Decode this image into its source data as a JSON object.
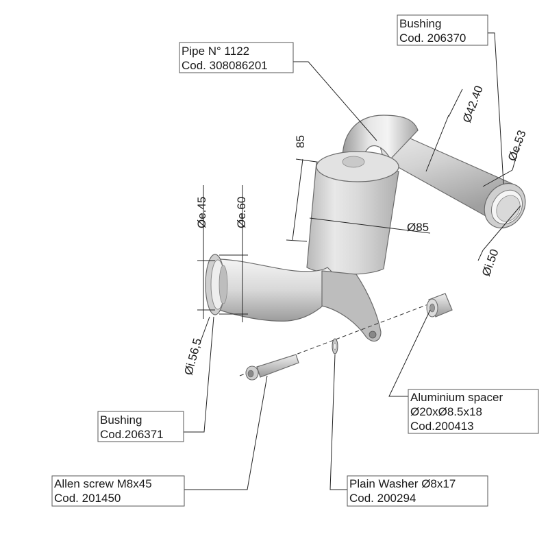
{
  "callouts": {
    "bushing_top": {
      "line1": "Bushing",
      "line2": "Cod. 206370"
    },
    "pipe": {
      "line1": "Pipe N° 1122",
      "line2": "Cod. 308086201"
    },
    "bushing_left": {
      "line1": "Bushing",
      "line2": "Cod.206371"
    },
    "spacer": {
      "line1": "Aluminium spacer",
      "line2": "Ø20xØ8.5x18",
      "line3": "Cod.200413"
    },
    "washer": {
      "line1": "Plain Washer Ø8x17",
      "line2": "Cod. 200294"
    },
    "screw": {
      "line1": "Allen screw M8x45",
      "line2": "Cod. 201450"
    }
  },
  "dimensions": {
    "d_42_40": "Ø42.40",
    "d_e53": "Øe.53",
    "d_i50": "Øi.50",
    "h_85": "85",
    "d_85": "Ø85",
    "d_e45": "Øe.45",
    "d_e60": "Øe.60",
    "d_i56_5": "Øi.56,5"
  },
  "colors": {
    "part_light": "#ececec",
    "part_mid": "#c4c4c4",
    "part_dark": "#8c8c8c",
    "line": "#222222"
  }
}
